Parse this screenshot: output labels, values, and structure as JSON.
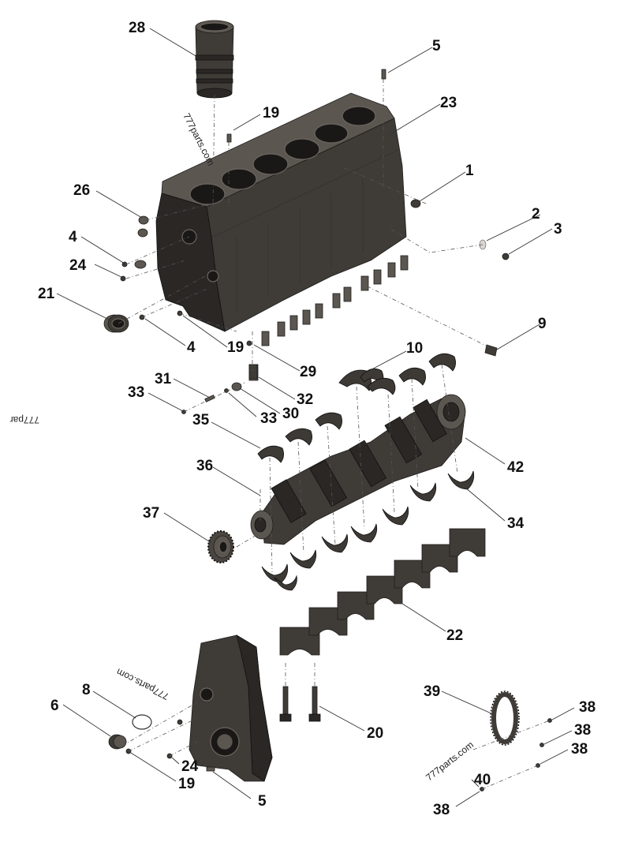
{
  "watermark": "777parts.com",
  "watermark_partial": "777par",
  "callouts": {
    "p28": "28",
    "p5_top": "5",
    "p19_top": "19",
    "p23": "23",
    "p1": "1",
    "p26": "26",
    "p2": "2",
    "p3": "3",
    "p4_left": "4",
    "p24_left": "24",
    "p21": "21",
    "p4_mid": "4",
    "p19_mid": "19",
    "p29": "29",
    "p9": "9",
    "p10": "10",
    "p31": "31",
    "p33_left": "33",
    "p32": "32",
    "p33_mid": "33",
    "p30": "30",
    "p35": "35",
    "p42": "42",
    "p36": "36",
    "p37": "37",
    "p34": "34",
    "p22": "22",
    "p39": "39",
    "p8": "8",
    "p6": "6",
    "p38_a": "38",
    "p38_b": "38",
    "p38_c": "38",
    "p20": "20",
    "p24_bot": "24",
    "p40": "40",
    "p19_bot": "19",
    "p5_bot": "5",
    "p38_d": "38"
  }
}
